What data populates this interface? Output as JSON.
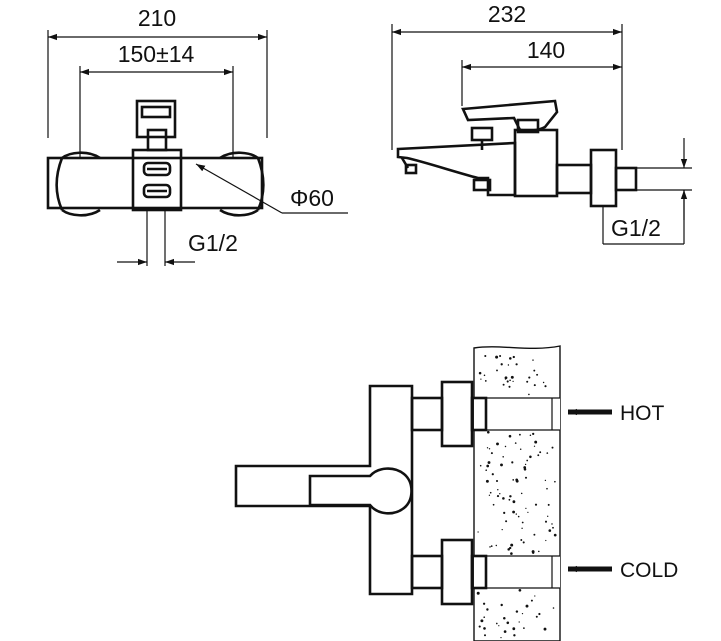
{
  "front_view": {
    "overall_width": "210",
    "center_distance": "150±14",
    "connection_thread": "G1/2",
    "escutcheon_diameter": "Φ60"
  },
  "side_view": {
    "overall_depth": "232",
    "spout_depth": "140",
    "connection_thread": "G1/2"
  },
  "install_view": {
    "hot_label": "HOT",
    "cold_label": "COLD"
  }
}
